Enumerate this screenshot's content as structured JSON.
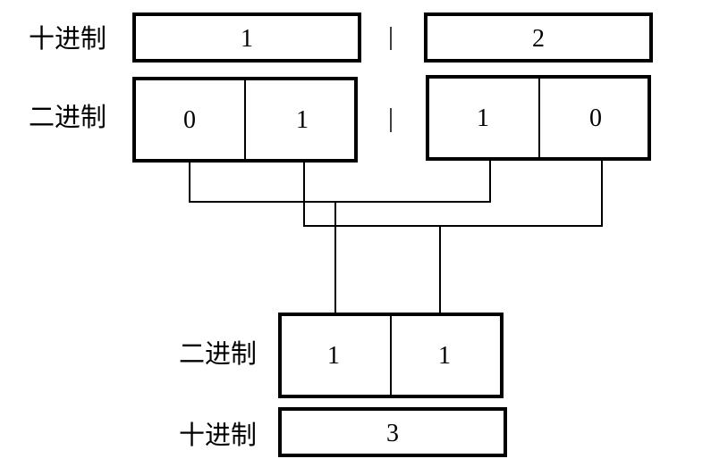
{
  "top": {
    "decimal_label": "十进制",
    "binary_label": "二进制",
    "left_decimal": "1",
    "right_decimal": "2",
    "left_bits": [
      "0",
      "1"
    ],
    "right_bits": [
      "1",
      "0"
    ]
  },
  "result": {
    "binary_label": "二进制",
    "decimal_label": "十进制",
    "bits": [
      "1",
      "1"
    ],
    "decimal": "3"
  }
}
